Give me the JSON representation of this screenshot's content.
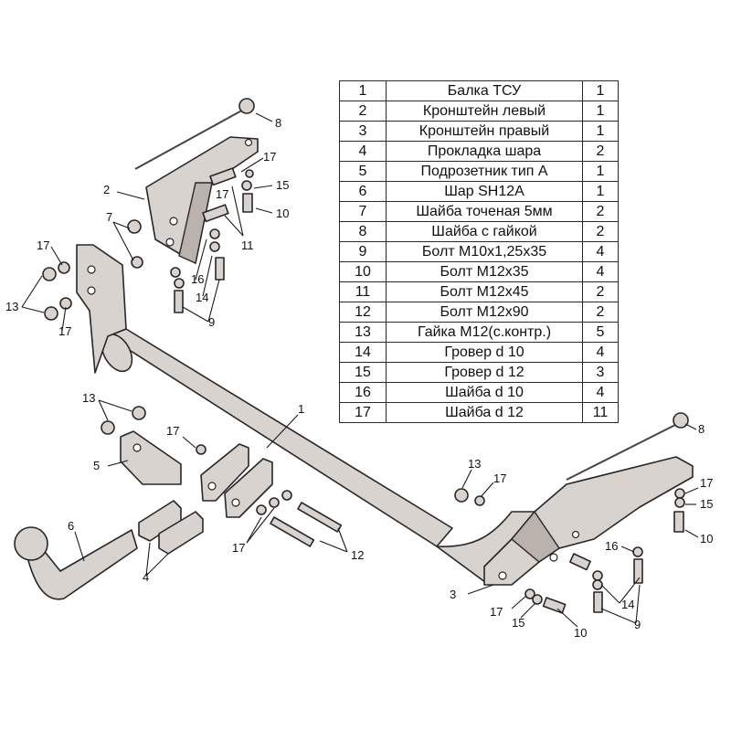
{
  "parts_table": {
    "rows": [
      {
        "num": "1",
        "name": "Балка ТСУ",
        "qty": "1"
      },
      {
        "num": "2",
        "name": "Кронштейн левый",
        "qty": "1"
      },
      {
        "num": "3",
        "name": "Кронштейн правый",
        "qty": "1"
      },
      {
        "num": "4",
        "name": "Прокладка шара",
        "qty": "2"
      },
      {
        "num": "5",
        "name": "Подрозетник тип А",
        "qty": "1"
      },
      {
        "num": "6",
        "name": "Шар SH12A",
        "qty": "1"
      },
      {
        "num": "7",
        "name": "Шайба точеная 5мм",
        "qty": "2"
      },
      {
        "num": "8",
        "name": "Шайба с гайкой",
        "qty": "2"
      },
      {
        "num": "9",
        "name": "Болт М10х1,25х35",
        "qty": "4"
      },
      {
        "num": "10",
        "name": "Болт М12х35",
        "qty": "4"
      },
      {
        "num": "11",
        "name": "Болт М12х45",
        "qty": "2"
      },
      {
        "num": "12",
        "name": "Болт М12х90",
        "qty": "2"
      },
      {
        "num": "13",
        "name": "Гайка М12(с.контр.)",
        "qty": "5"
      },
      {
        "num": "14",
        "name": "Гровер d 10",
        "qty": "4"
      },
      {
        "num": "15",
        "name": "Гровер d 12",
        "qty": "3"
      },
      {
        "num": "16",
        "name": "Шайба d 10",
        "qty": "4"
      },
      {
        "num": "17",
        "name": "Шайба d 12",
        "qty": "11"
      }
    ]
  },
  "callouts": [
    "8",
    "2",
    "17",
    "15",
    "17",
    "10",
    "7",
    "11",
    "17",
    "16",
    "13",
    "14",
    "17",
    "9",
    "13",
    "1",
    "17",
    "5",
    "6",
    "4",
    "17",
    "12",
    "13",
    "17",
    "8",
    "17",
    "15",
    "10",
    "16",
    "3",
    "14",
    "17",
    "15",
    "10",
    "9"
  ],
  "colors": {
    "part_fill": "#d9d3cf",
    "outline": "#2a2626",
    "background": "#ffffff"
  }
}
